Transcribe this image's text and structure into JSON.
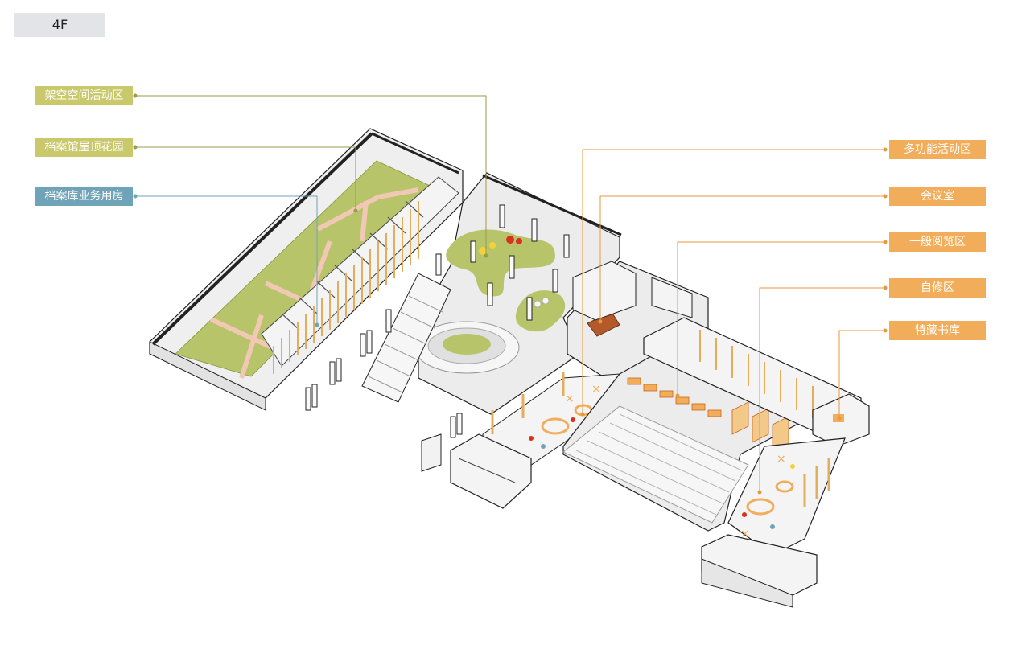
{
  "floor": "4F",
  "colors": {
    "olive": "#c9c86a",
    "olive_line": "#9a9a4e",
    "blue": "#6fa3b8",
    "orange": "#f2ad5a",
    "orange_line": "#e89a3a",
    "lawn": "#b8c46a",
    "floor": "#ececec",
    "wall": "#ffffff",
    "outline": "#222222",
    "timber": "#f3c98a",
    "path": "#f1c8b4"
  },
  "left_labels": [
    {
      "text": "架空空间活动区",
      "color": "#c9c86a"
    },
    {
      "text": "档案馆屋顶花园",
      "color": "#c9c86a"
    },
    {
      "text": "档案库业务用房",
      "color": "#6fa3b8"
    }
  ],
  "right_labels": [
    {
      "text": "多功能活动区",
      "color": "#f2ad5a"
    },
    {
      "text": "会议室",
      "color": "#f2ad5a"
    },
    {
      "text": "一般阅览区",
      "color": "#f2ad5a"
    },
    {
      "text": "自修区",
      "color": "#f2ad5a"
    },
    {
      "text": "特藏书库",
      "color": "#f2ad5a"
    }
  ]
}
